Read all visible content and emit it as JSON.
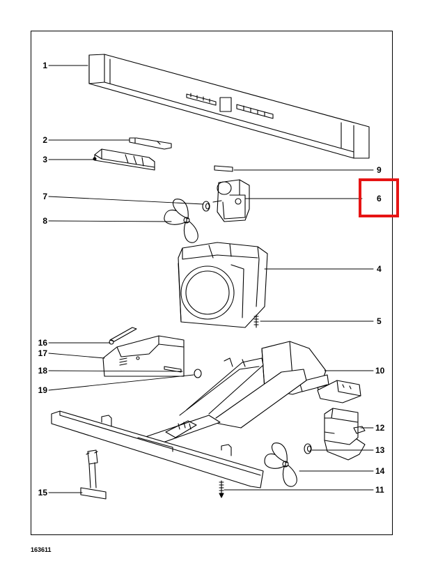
{
  "document_code": "163611",
  "highlight_color": "#e61414",
  "callouts": [
    {
      "id": "callout-1",
      "label": "1"
    },
    {
      "id": "callout-2",
      "label": "2"
    },
    {
      "id": "callout-3",
      "label": "3"
    },
    {
      "id": "callout-4",
      "label": "4"
    },
    {
      "id": "callout-5",
      "label": "5"
    },
    {
      "id": "callout-6",
      "label": "6"
    },
    {
      "id": "callout-7",
      "label": "7"
    },
    {
      "id": "callout-8",
      "label": "8"
    },
    {
      "id": "callout-9",
      "label": "9"
    },
    {
      "id": "callout-10",
      "label": "10"
    },
    {
      "id": "callout-11",
      "label": "11"
    },
    {
      "id": "callout-12",
      "label": "12"
    },
    {
      "id": "callout-13",
      "label": "13"
    },
    {
      "id": "callout-14",
      "label": "14"
    },
    {
      "id": "callout-15",
      "label": "15"
    },
    {
      "id": "callout-16",
      "label": "16"
    },
    {
      "id": "callout-17",
      "label": "17"
    },
    {
      "id": "callout-18",
      "label": "18"
    },
    {
      "id": "callout-19",
      "label": "19"
    }
  ]
}
